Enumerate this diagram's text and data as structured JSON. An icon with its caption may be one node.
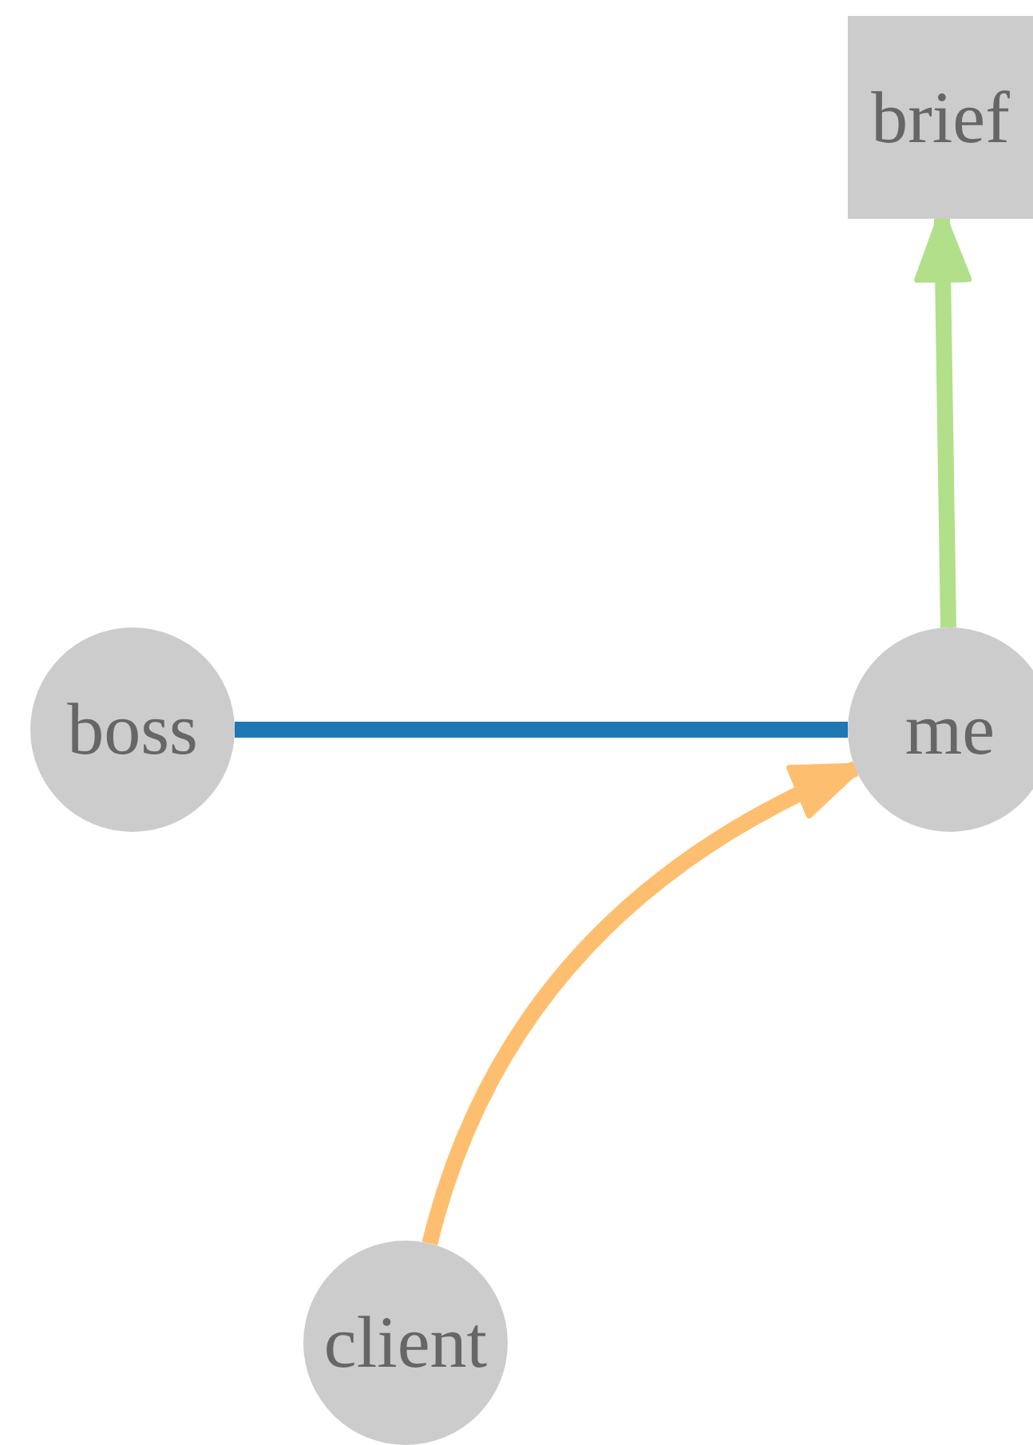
{
  "diagram": {
    "nodes": [
      {
        "text": [
          "brief"
        ]
      },
      {
        "text": [
          "boss"
        ]
      },
      {
        "text": [
          "me"
        ]
      },
      {
        "text": [
          "client"
        ]
      }
    ],
    "edges": [
      {
        "from": 1,
        "to": 2,
        "arrow": "none",
        "color": "#1f77b4"
      },
      {
        "from": 2,
        "to": 0,
        "arrow": "to",
        "color": "#b2df8a"
      },
      {
        "from": 3,
        "to": 2,
        "arrow": "to",
        "color": "#fdbf6f"
      }
    ]
  }
}
